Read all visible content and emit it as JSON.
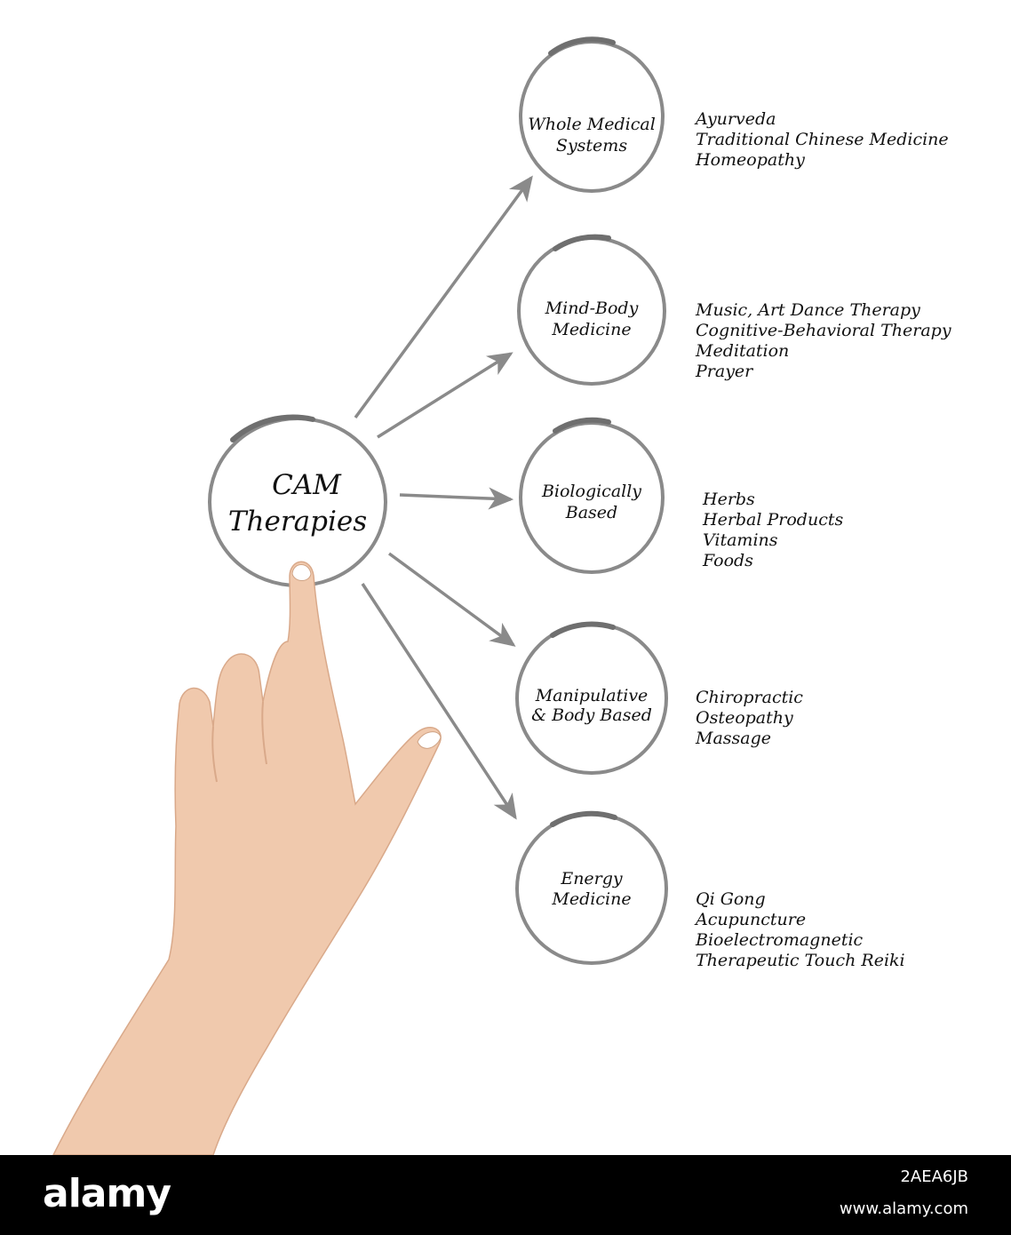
{
  "center": {
    "line1": "CAM",
    "line2": "Therapies"
  },
  "branches": [
    {
      "label": [
        "Whole Medical",
        "Systems"
      ],
      "items": [
        "Ayurveda",
        "Traditional Chinese Medicine",
        "Homeopathy"
      ]
    },
    {
      "label": [
        "Mind-Body",
        "Medicine"
      ],
      "items": [
        "Music, Art Dance Therapy",
        "Cognitive-Behavioral Therapy",
        "Meditation",
        "Prayer"
      ]
    },
    {
      "label": [
        "Biologically",
        "Based"
      ],
      "items": [
        "Herbs",
        "Herbal Products",
        "Vitamins",
        "Foods"
      ]
    },
    {
      "label": [
        "Manipulative",
        "& Body Based"
      ],
      "items": [
        "Chiropractic",
        "Osteopathy",
        "Massage"
      ]
    },
    {
      "label": [
        "Energy",
        "Medicine"
      ],
      "items": [
        "Qi Gong",
        "Acupuncture",
        "Bioelectromagnetic",
        "Therapeutic Touch Reiki"
      ]
    }
  ],
  "footer": {
    "logo": "alamy",
    "image_id": "2AEA6JB",
    "url": "www.alamy.com"
  },
  "colors": {
    "ring": "#8a8a8a",
    "arrow": "#8a8a8a",
    "text": "#111111",
    "skin": "#f0c9ad",
    "footer_bg": "#000000"
  },
  "icons": [
    "pointing-hand-icon"
  ]
}
